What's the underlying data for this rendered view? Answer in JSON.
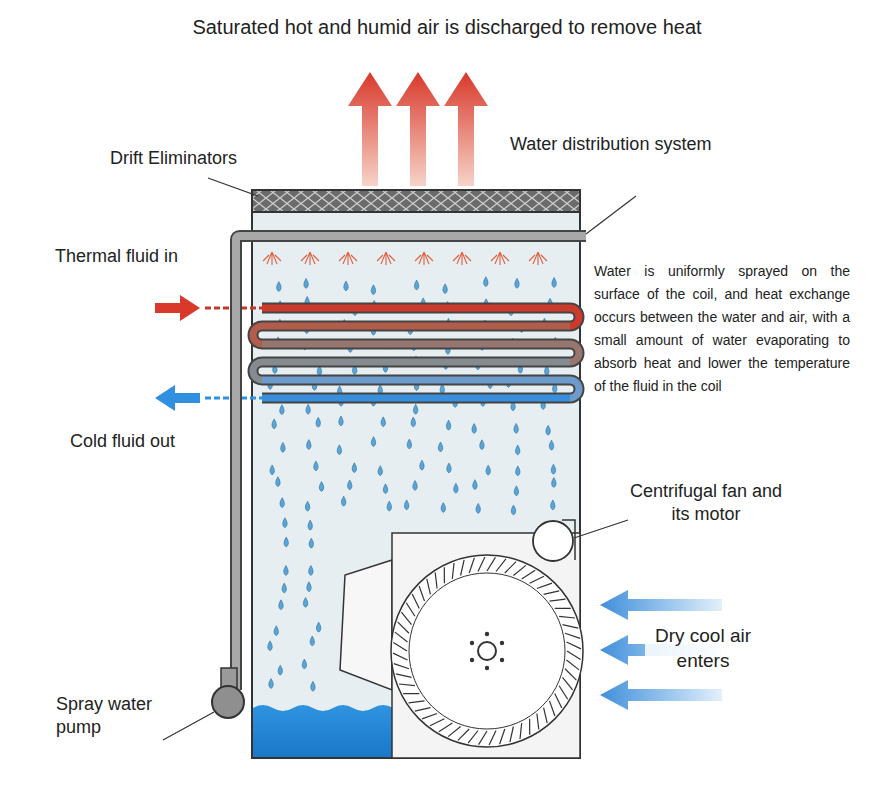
{
  "diagram": {
    "labels": [
      "Saturated hot and humid air is discharged to remove heat",
      "Drift Eliminators",
      "Water distribution system",
      "Thermal fluid in",
      "Water is uniformly sprayed on the surface of the coil, and heat exchange occurs between the water and air, with a small amount of water evaporating to absorb heat and lower the temperature of the fluid in the coil",
      "Cold fluid out",
      "Centrifugal fan and its motor",
      "Dry cool air enters",
      "Spray water pump"
    ]
  }
}
